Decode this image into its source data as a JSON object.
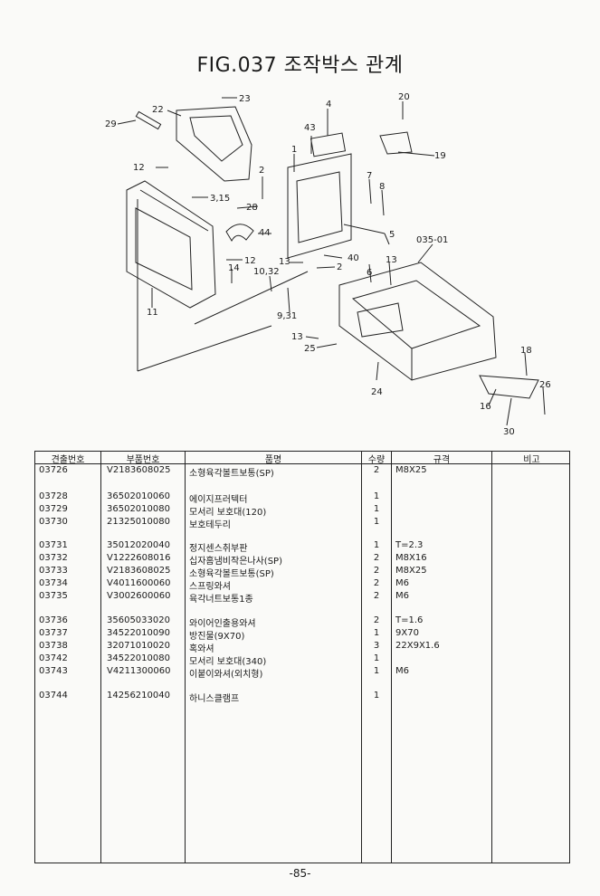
{
  "title": "FIG.037 조작박스 관계",
  "callouts": [
    "23",
    "22",
    "29",
    "20",
    "43",
    "4",
    "1",
    "12",
    "2",
    "3,15",
    "28",
    "19",
    "7",
    "8",
    "44",
    "5",
    "035-01",
    "6",
    "13",
    "12",
    "14",
    "10,32",
    "13",
    "40",
    "2",
    "11",
    "9,31",
    "13",
    "25",
    "18",
    "24",
    "16",
    "26",
    "30"
  ],
  "table": {
    "headers": [
      "견출번호",
      "부품번호",
      "품명",
      "수량",
      "규격",
      "비고"
    ],
    "rows": [
      {
        "code": "03726",
        "part": "V2183608025",
        "name": "소형육각볼트보통(SP)",
        "qty": "2",
        "spec": "M8X25"
      },
      {
        "code": "03728",
        "part": "36502010060",
        "name": "에이지프러텍터",
        "qty": "1",
        "spec": ""
      },
      {
        "code": "03729",
        "part": "36502010080",
        "name": "모서리 보호대(120)",
        "qty": "1",
        "spec": ""
      },
      {
        "code": "03730",
        "part": "21325010080",
        "name": "보호테두리",
        "qty": "1",
        "spec": ""
      },
      {
        "code": "03731",
        "part": "35012020040",
        "name": "정지센스취부판",
        "qty": "1",
        "spec": "T=2.3"
      },
      {
        "code": "03732",
        "part": "V1222608016",
        "name": "십자홈냄비작은나사(SP)",
        "qty": "2",
        "spec": "M8X16"
      },
      {
        "code": "03733",
        "part": "V2183608025",
        "name": "소형육각볼트보통(SP)",
        "qty": "2",
        "spec": "M8X25"
      },
      {
        "code": "03734",
        "part": "V4011600060",
        "name": "스프링와셔",
        "qty": "2",
        "spec": "M6"
      },
      {
        "code": "03735",
        "part": "V3002600060",
        "name": "육각너트보통1종",
        "qty": "2",
        "spec": "M6"
      },
      {
        "code": "03736",
        "part": "35605033020",
        "name": "와이어인출용와셔",
        "qty": "2",
        "spec": "T=1.6"
      },
      {
        "code": "03737",
        "part": "34522010090",
        "name": "방진물(9X70)",
        "qty": "1",
        "spec": "9X70"
      },
      {
        "code": "03738",
        "part": "32071010020",
        "name": "혹와셔",
        "qty": "3",
        "spec": "22X9X1.6"
      },
      {
        "code": "03742",
        "part": "34522010080",
        "name": "모서리 보호대(340)",
        "qty": "1",
        "spec": ""
      },
      {
        "code": "03743",
        "part": "V4211300060",
        "name": "이붙이와셔(외치형)",
        "qty": "1",
        "spec": "M6"
      },
      {
        "code": "03744",
        "part": "14256210040",
        "name": "하니스클램프",
        "qty": "1",
        "spec": ""
      }
    ]
  },
  "page_number": "-85-"
}
